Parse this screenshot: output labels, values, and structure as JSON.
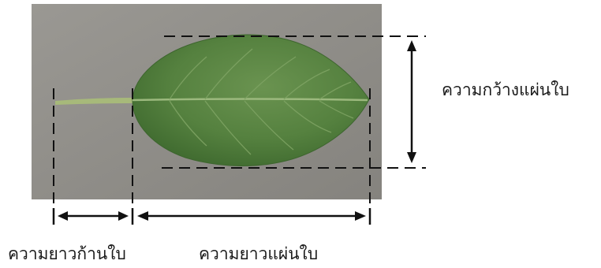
{
  "labels": {
    "leaf_width": "ความกว้างแผ่นใบ",
    "petiole_length": "ความยาวก้านใบ",
    "blade_length": "ความยาวแผ่นใบ"
  },
  "colors": {
    "photo_background": "#8f8d88",
    "leaf": "#4e7b3a",
    "leaf_highlight": "#6a9350",
    "petiole": "#a7b97a",
    "lines": "#111111"
  }
}
